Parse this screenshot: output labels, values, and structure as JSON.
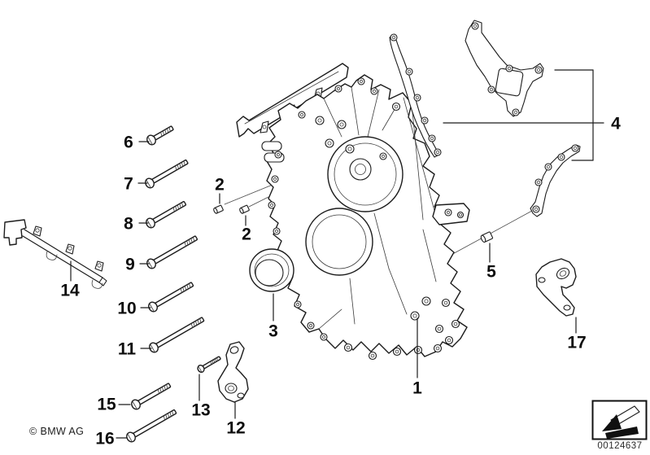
{
  "copyright": "© BMW AG",
  "image_number": "00124637",
  "callouts": [
    "1",
    "2",
    "2",
    "3",
    "4",
    "5",
    "6",
    "7",
    "8",
    "9",
    "10",
    "11",
    "12",
    "13",
    "14",
    "15",
    "16",
    "17"
  ],
  "colors": {
    "background": "#ffffff",
    "line": "#1c1c1c",
    "label": "#0d0d0d"
  }
}
